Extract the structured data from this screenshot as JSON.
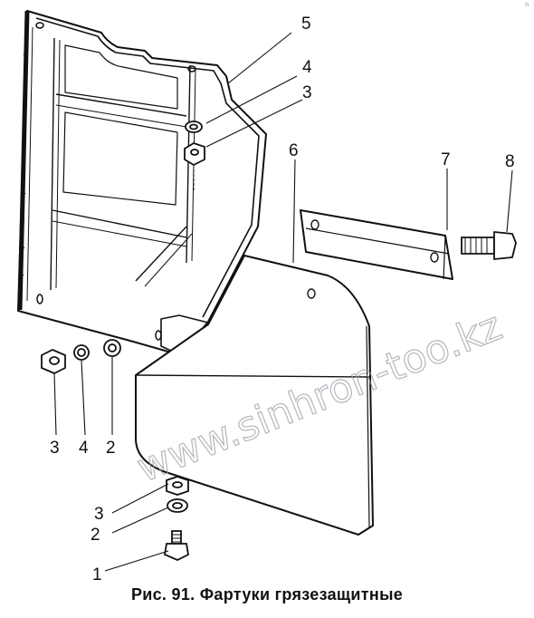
{
  "figure": {
    "caption": "Рис. 91. Фартуки грязезащитные",
    "watermark": "www.sinhron-too.kz",
    "corner_mark": "п",
    "callouts": {
      "c1": "1",
      "c2": "2",
      "c3": "3",
      "c4": "4",
      "c5": "5",
      "c6": "6",
      "c7": "7",
      "c8": "8"
    }
  }
}
